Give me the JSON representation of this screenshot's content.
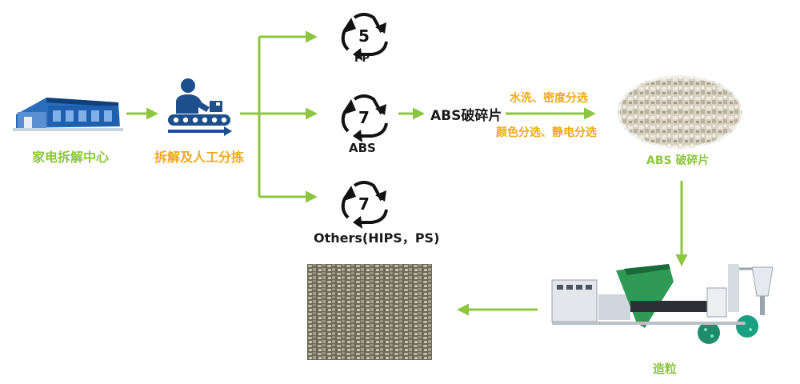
{
  "colors": {
    "arrow": "#8cc63f",
    "label_green": "#8cc63f",
    "label_orange": "#f0a81c",
    "text_dark": "#1a1a1a",
    "warehouse_blue": "#1f5fae",
    "worker_blue": "#1e4e8c"
  },
  "nodes": {
    "center": "家电拆解中心",
    "sorting": "拆解及人工分拣",
    "pp": {
      "code": "5",
      "label": "PP"
    },
    "abs": {
      "code": "7",
      "label": "ABS"
    },
    "others": {
      "code": "7",
      "label": "Others(HIPS，PS)"
    },
    "abs_flake_text": "ABS破碎片",
    "step_wash": "水洗、密度分选",
    "step_color": "颜色分选、静电分选",
    "abs_flake_photo_label": "ABS 破碎片",
    "pelletizing": "造粒"
  },
  "icons": {
    "center": "warehouse-icon",
    "sorting": "conveyor-worker-icon",
    "recycle": "recycle-triangle-icon",
    "flakes": "plastic-flakes-photo",
    "extruder": "pelletizing-machine-icon",
    "pellets": "plastic-pellets-photo"
  }
}
